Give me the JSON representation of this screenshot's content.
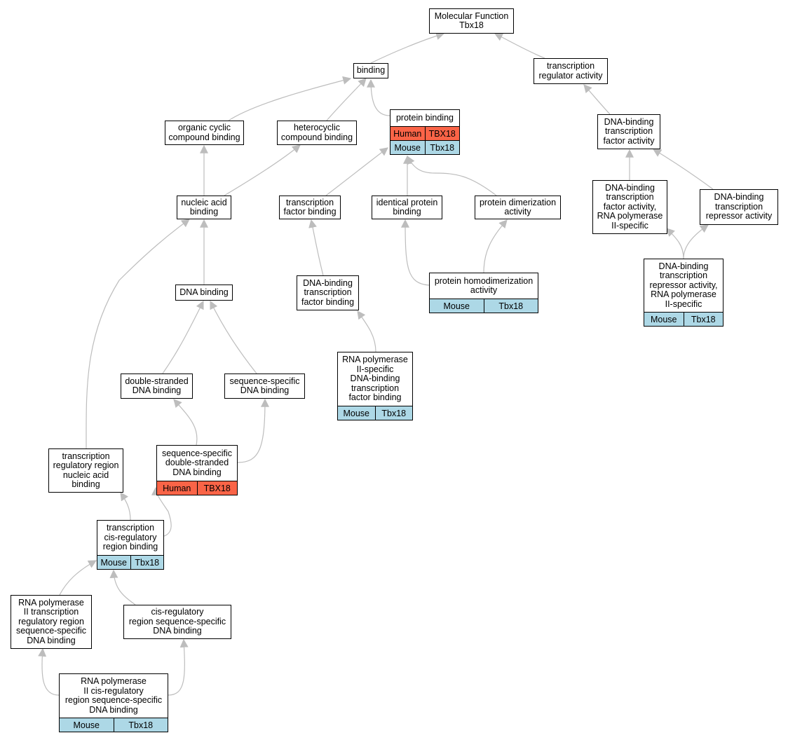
{
  "colors": {
    "edge": "#bdbdbd",
    "human_annotation": "#fa6447",
    "mouse_annotation": "#add8e6"
  },
  "nodes": [
    {
      "id": "mf",
      "label": "Molecular Function\nTbx18",
      "annotations": []
    },
    {
      "id": "binding",
      "label": "binding",
      "annotations": []
    },
    {
      "id": "tra",
      "label": "transcription\nregulator activity",
      "annotations": []
    },
    {
      "id": "occb",
      "label": "organic cyclic\ncompound binding",
      "annotations": []
    },
    {
      "id": "hcb",
      "label": "heterocyclic\ncompound binding",
      "annotations": []
    },
    {
      "id": "pb",
      "label": "protein binding",
      "annotations": [
        {
          "species": "Human",
          "gene": "TBX18"
        },
        {
          "species": "Mouse",
          "gene": "Tbx18"
        }
      ]
    },
    {
      "id": "dbtfa",
      "label": "DNA-binding\ntranscription\nfactor activity",
      "annotations": []
    },
    {
      "id": "nab",
      "label": "nucleic acid\nbinding",
      "annotations": []
    },
    {
      "id": "tfb",
      "label": "transcription\nfactor binding",
      "annotations": []
    },
    {
      "id": "ipb",
      "label": "identical protein\nbinding",
      "annotations": []
    },
    {
      "id": "pda",
      "label": "protein dimerization\nactivity",
      "annotations": []
    },
    {
      "id": "dbtfa2",
      "label": "DNA-binding\ntranscription\nfactor activity,\nRNA polymerase\nII-specific",
      "annotations": []
    },
    {
      "id": "dbtra",
      "label": "DNA-binding\ntranscription\nrepressor activity",
      "annotations": []
    },
    {
      "id": "phda",
      "label": "protein homodimerization\nactivity",
      "annotations": [
        {
          "species": "Mouse",
          "gene": "Tbx18"
        }
      ]
    },
    {
      "id": "dbtra2",
      "label": "DNA-binding\ntranscription\nrepressor activity,\nRNA polymerase\nII-specific",
      "annotations": [
        {
          "species": "Mouse",
          "gene": "Tbx18"
        }
      ]
    },
    {
      "id": "dnab",
      "label": "DNA binding",
      "annotations": []
    },
    {
      "id": "dbtfb",
      "label": "DNA-binding\ntranscription\nfactor binding",
      "annotations": []
    },
    {
      "id": "dsdb",
      "label": "double-stranded\nDNA binding",
      "annotations": []
    },
    {
      "id": "ssdb",
      "label": "sequence-specific\nDNA binding",
      "annotations": []
    },
    {
      "id": "rnap2dbtfb",
      "label": "RNA polymerase\nII-specific\nDNA-binding\ntranscription\nfactor binding",
      "annotations": [
        {
          "species": "Mouse",
          "gene": "Tbx18"
        }
      ]
    },
    {
      "id": "trrnab",
      "label": "transcription\nregulatory region\nnucleic acid\nbinding",
      "annotations": []
    },
    {
      "id": "ssdsdb",
      "label": "sequence-specific\ndouble-stranded\nDNA binding",
      "annotations": [
        {
          "species": "Human",
          "gene": "TBX18"
        }
      ]
    },
    {
      "id": "tcrrb",
      "label": "transcription\ncis-regulatory\nregion binding",
      "annotations": [
        {
          "species": "Mouse",
          "gene": "Tbx18"
        }
      ]
    },
    {
      "id": "rnap2trrssdb",
      "label": "RNA polymerase\nII transcription\nregulatory region\nsequence-specific\nDNA binding",
      "annotations": []
    },
    {
      "id": "crrssdb",
      "label": "cis-regulatory\nregion sequence-specific\nDNA binding",
      "annotations": []
    },
    {
      "id": "rnap2crrssdb",
      "label": "RNA polymerase\nII cis-regulatory\nregion sequence-specific\nDNA binding",
      "annotations": [
        {
          "species": "Mouse",
          "gene": "Tbx18"
        }
      ]
    }
  ],
  "edges": [
    [
      "binding",
      "mf"
    ],
    [
      "tra",
      "mf"
    ],
    [
      "occb",
      "binding"
    ],
    [
      "hcb",
      "binding"
    ],
    [
      "pb",
      "binding"
    ],
    [
      "dbtfa",
      "tra"
    ],
    [
      "nab",
      "occb"
    ],
    [
      "nab",
      "hcb"
    ],
    [
      "tfb",
      "pb"
    ],
    [
      "ipb",
      "pb"
    ],
    [
      "pda",
      "pb"
    ],
    [
      "dbtfa2",
      "dbtfa"
    ],
    [
      "dbtra",
      "dbtfa"
    ],
    [
      "phda",
      "ipb"
    ],
    [
      "phda",
      "pda"
    ],
    [
      "dbtra2",
      "dbtfa2"
    ],
    [
      "dbtra2",
      "dbtra"
    ],
    [
      "dnab",
      "nab"
    ],
    [
      "dbtfb",
      "tfb"
    ],
    [
      "dsdb",
      "dnab"
    ],
    [
      "ssdb",
      "dnab"
    ],
    [
      "rnap2dbtfb",
      "dbtfb"
    ],
    [
      "trrnab",
      "nab"
    ],
    [
      "ssdsdb",
      "dsdb"
    ],
    [
      "ssdsdb",
      "ssdb"
    ],
    [
      "tcrrb",
      "trrnab"
    ],
    [
      "tcrrb",
      "ssdsdb"
    ],
    [
      "rnap2trrssdb",
      "tcrrb"
    ],
    [
      "crrssdb",
      "tcrrb"
    ],
    [
      "rnap2crrssdb",
      "rnap2trrssdb"
    ],
    [
      "rnap2crrssdb",
      "crrssdb"
    ]
  ]
}
